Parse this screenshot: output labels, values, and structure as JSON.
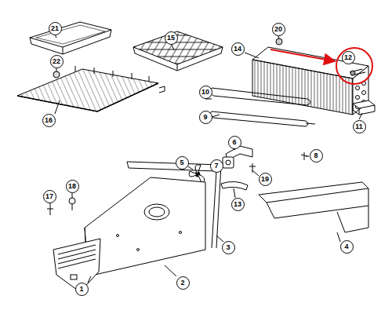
{
  "diagram": {
    "labels": [
      "21",
      "15",
      "20",
      "22",
      "14",
      "12",
      "16",
      "10",
      "9",
      "11",
      "6",
      "7",
      "8",
      "19",
      "5",
      "13",
      "17",
      "18",
      "3",
      "4",
      "2",
      "1"
    ]
  }
}
